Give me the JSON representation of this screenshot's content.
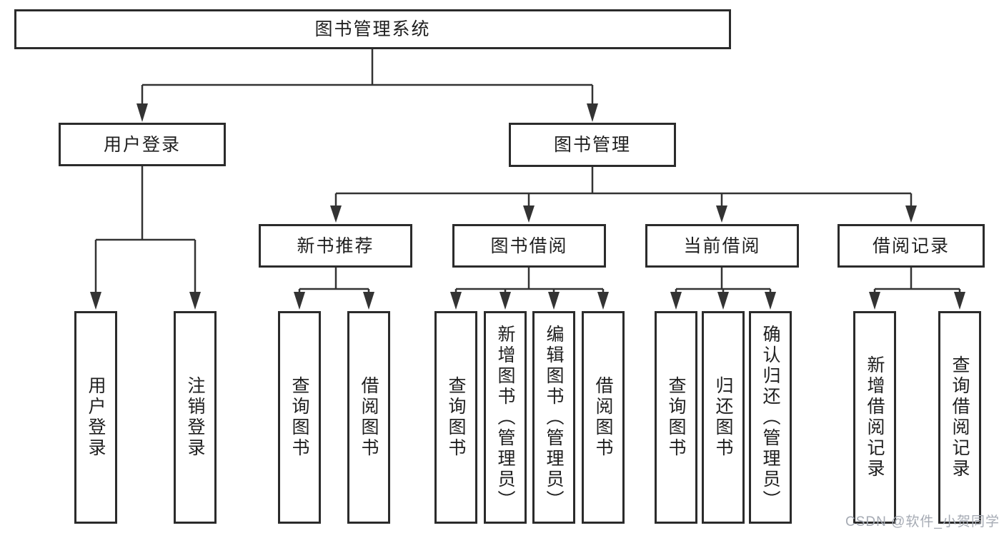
{
  "colors": {
    "line": "#333333",
    "border": "#2b2b2b",
    "box_bg": "#ffffff",
    "text": "#1f1f1f",
    "watermark": "#a6abb4"
  },
  "watermark": {
    "text": "CSDN @软件_小贺同学"
  },
  "tree": {
    "label": "图书管理系统",
    "children": [
      {
        "label": "用户登录",
        "children": [
          {
            "label": "用户登录"
          },
          {
            "label": "注销登录"
          }
        ]
      },
      {
        "label": "图书管理",
        "children": [
          {
            "label": "新书推荐",
            "children": [
              {
                "label": "查询图书"
              },
              {
                "label": "借阅图书"
              }
            ]
          },
          {
            "label": "图书借阅",
            "children": [
              {
                "label": "查询图书"
              },
              {
                "label": "新增图书（管理员）"
              },
              {
                "label": "编辑图书（管理员）"
              },
              {
                "label": "借阅图书"
              }
            ]
          },
          {
            "label": "当前借阅",
            "children": [
              {
                "label": "查询图书"
              },
              {
                "label": "归还图书"
              },
              {
                "label": "确认归还（管理员）"
              }
            ]
          },
          {
            "label": "借阅记录",
            "children": [
              {
                "label": "新增借阅记录"
              },
              {
                "label": "查询借阅记录"
              }
            ]
          }
        ]
      }
    ]
  }
}
